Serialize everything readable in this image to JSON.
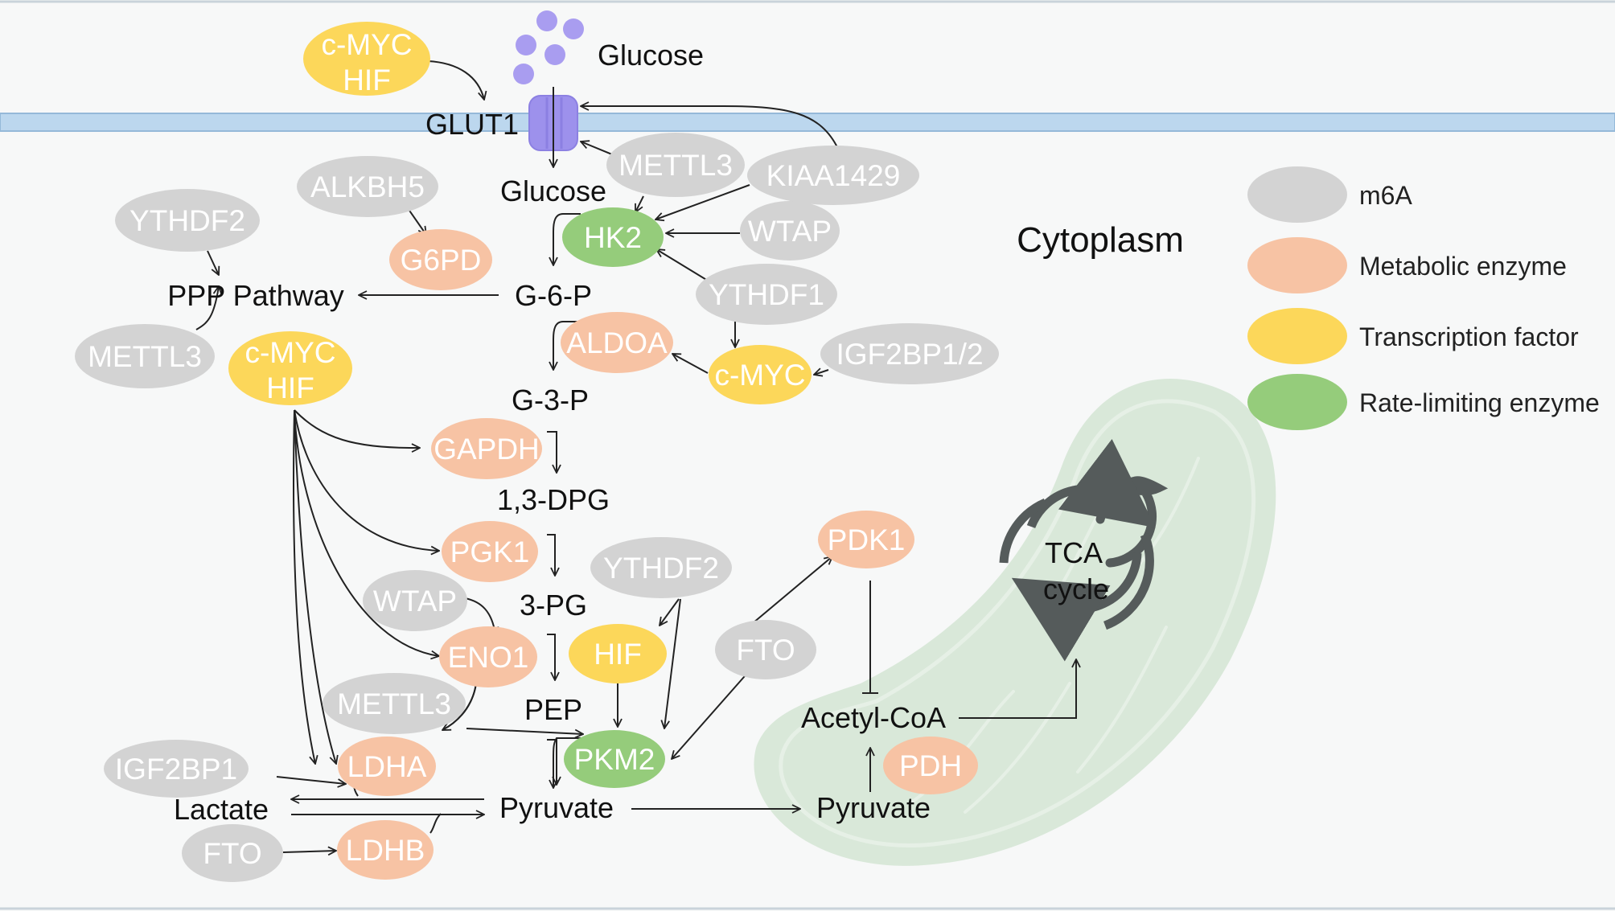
{
  "title": "",
  "compartment": "Cytoplasm",
  "colors": {
    "m6A": "#d3d3d3",
    "metabolic_enzyme": "#f7c3a4",
    "transcription_factor": "#fcd75a",
    "rate_limiting_enzyme": "#95cc7b",
    "membrane": "#bcd7ee",
    "transporter": "#9d91ec",
    "glucose_dot": "#a99df0",
    "mitochondrion": "#cfe3cf",
    "tca_ring": "#555b5b"
  },
  "legend": [
    {
      "category": "m6A",
      "label": "m6A"
    },
    {
      "category": "metabolic_enzyme",
      "label": "Metabolic enzyme"
    },
    {
      "category": "transcription_factor",
      "label": "Transcription factor"
    },
    {
      "category": "rate_limiting_enzyme",
      "label": "Rate-limiting enzyme"
    }
  ],
  "metabolites": {
    "glucose_out": "Glucose",
    "glut1": "GLUT1",
    "glucose_in": "Glucose",
    "g6p": "G-6-P",
    "ppp": "PPP Pathway",
    "g3p": "G-3-P",
    "dpg": "1,3-DPG",
    "pg3": "3-PG",
    "pep": "PEP",
    "pyruvate": "Pyruvate",
    "lactate": "Lactate",
    "pyruvate_mito": "Pyruvate",
    "acetyl_coa": "Acetyl-CoA",
    "tca_line1": "TCA",
    "tca_line2": "cycle"
  },
  "nodes": {
    "cmyc_hif_top": {
      "label": "c-MYC\nHIF",
      "category": "transcription_factor"
    },
    "mettl3_a": {
      "label": "METTL3",
      "category": "m6A"
    },
    "kiaa1429": {
      "label": "KIAA1429",
      "category": "m6A"
    },
    "alkbh5": {
      "label": "ALKBH5",
      "category": "m6A"
    },
    "ythdf2_a": {
      "label": "YTHDF2",
      "category": "m6A"
    },
    "g6pd": {
      "label": "G6PD",
      "category": "metabolic_enzyme"
    },
    "hk2": {
      "label": "HK2",
      "category": "rate_limiting_enzyme"
    },
    "wtap_a": {
      "label": "WTAP",
      "category": "m6A"
    },
    "ythdf1": {
      "label": "YTHDF1",
      "category": "m6A"
    },
    "mettl3_b": {
      "label": "METTL3",
      "category": "m6A"
    },
    "cmyc_hif_mid": {
      "label": "c-MYC\nHIF",
      "category": "transcription_factor"
    },
    "aldoa": {
      "label": "ALDOA",
      "category": "metabolic_enzyme"
    },
    "cmyc_b": {
      "label": "c-MYC",
      "category": "transcription_factor"
    },
    "igf2bp12": {
      "label": "IGF2BP1/2",
      "category": "m6A"
    },
    "gapdh": {
      "label": "GAPDH",
      "category": "metabolic_enzyme"
    },
    "pgk1": {
      "label": "PGK1",
      "category": "metabolic_enzyme"
    },
    "ythdf2_b": {
      "label": "YTHDF2",
      "category": "m6A"
    },
    "wtap_b": {
      "label": "WTAP",
      "category": "m6A"
    },
    "eno1": {
      "label": "ENO1",
      "category": "metabolic_enzyme"
    },
    "hif_b": {
      "label": "HIF",
      "category": "transcription_factor"
    },
    "fto_a": {
      "label": "FTO",
      "category": "m6A"
    },
    "pdk1": {
      "label": "PDK1",
      "category": "metabolic_enzyme"
    },
    "mettl3_c": {
      "label": "METTL3",
      "category": "m6A"
    },
    "pkm2": {
      "label": "PKM2",
      "category": "rate_limiting_enzyme"
    },
    "igf2bp1": {
      "label": "IGF2BP1",
      "category": "m6A"
    },
    "ldha": {
      "label": "LDHA",
      "category": "metabolic_enzyme"
    },
    "pdh": {
      "label": "PDH",
      "category": "metabolic_enzyme"
    },
    "fto_b": {
      "label": "FTO",
      "category": "m6A"
    },
    "ldhb": {
      "label": "LDHB",
      "category": "metabolic_enzyme"
    }
  }
}
